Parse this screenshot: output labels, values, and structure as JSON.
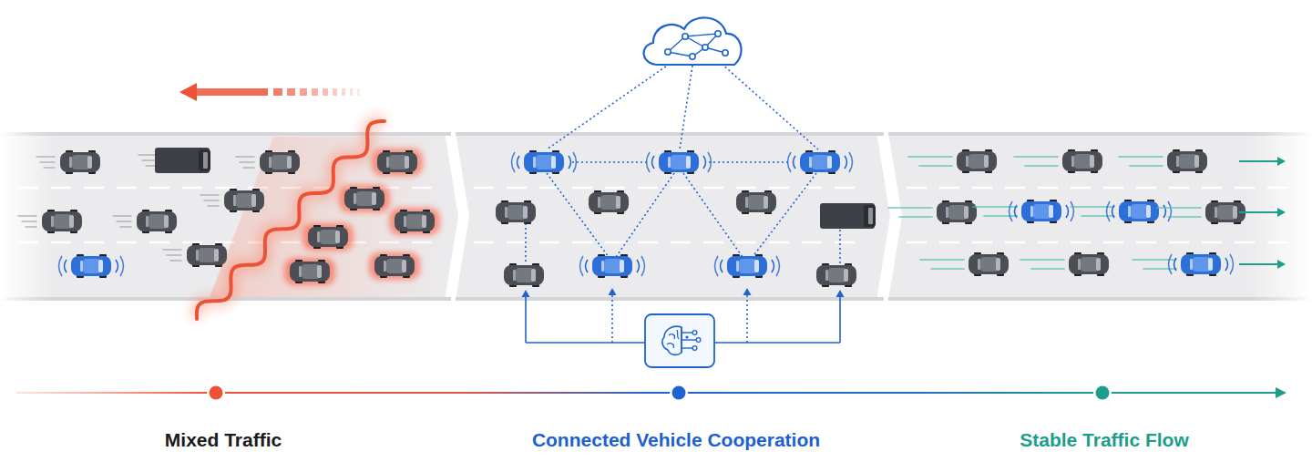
{
  "diagram": {
    "labels": [
      "Mixed Traffic",
      "Connected Vehicle Cooperation",
      "Stable Traffic Flow"
    ]
  }
}
